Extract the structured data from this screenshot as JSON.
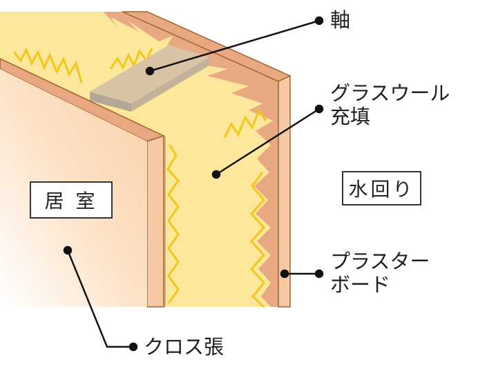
{
  "labels": {
    "stud": "軸",
    "glass_wool_line1": "グラスウール",
    "glass_wool_line2": "充填",
    "plasterboard_line1": "プラスター",
    "plasterboard_line2": "ボード",
    "cloth": "クロス張"
  },
  "rooms": {
    "living": "居 室",
    "wet_area": "水回り"
  },
  "colors": {
    "insulation": "#fce79a",
    "fiber": "#f5c518",
    "board_face": "#f6c9a5",
    "board_edge": "#a0622e",
    "stud_back": "#e8a982",
    "stud_top": "#d8c3a5",
    "stud_side": "#b3a898"
  }
}
